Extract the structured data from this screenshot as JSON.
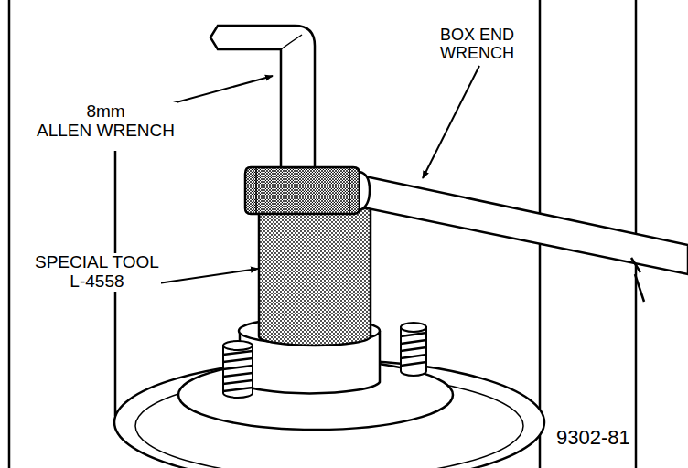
{
  "diagram": {
    "labels": [
      "8mm ALLEN WRENCH",
      "BOX END WRENCH",
      "SPECIAL TOOL L-4558",
      "9302-81"
    ]
  }
}
